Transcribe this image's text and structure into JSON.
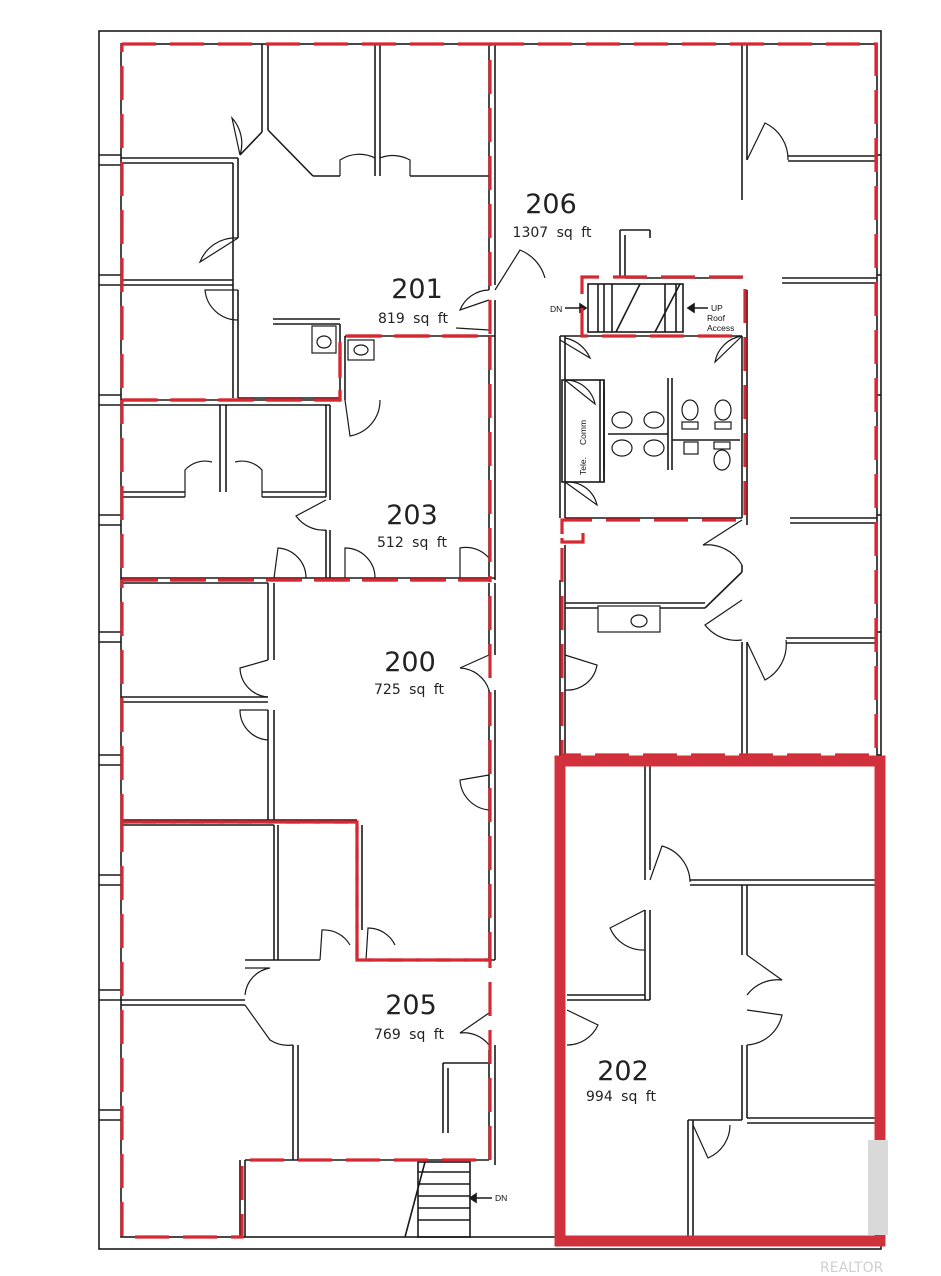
{
  "units": [
    {
      "id": "unit-201",
      "number": "201",
      "area": "819 sq ft"
    },
    {
      "id": "unit-206",
      "number": "206",
      "area": "1307 sq ft"
    },
    {
      "id": "unit-203",
      "number": "203",
      "area": "512 sq ft"
    },
    {
      "id": "unit-200",
      "number": "200",
      "area": "725 sq ft"
    },
    {
      "id": "unit-205",
      "number": "205",
      "area": "769 sq ft"
    },
    {
      "id": "unit-202",
      "number": "202",
      "area": "994 sq ft"
    }
  ],
  "labels": {
    "dn_stair_top": "DN",
    "up": "UP",
    "roof": "Roof",
    "access": "Access",
    "dn_stair_bottom": "DN",
    "tele": "Tele.",
    "comm": "Comm"
  },
  "highlighted_unit": "202",
  "colors": {
    "tenant_boundary": "#d62832",
    "highlight": "#d0313c",
    "walls": "#1a1a1a"
  },
  "watermark": "REALTOR"
}
